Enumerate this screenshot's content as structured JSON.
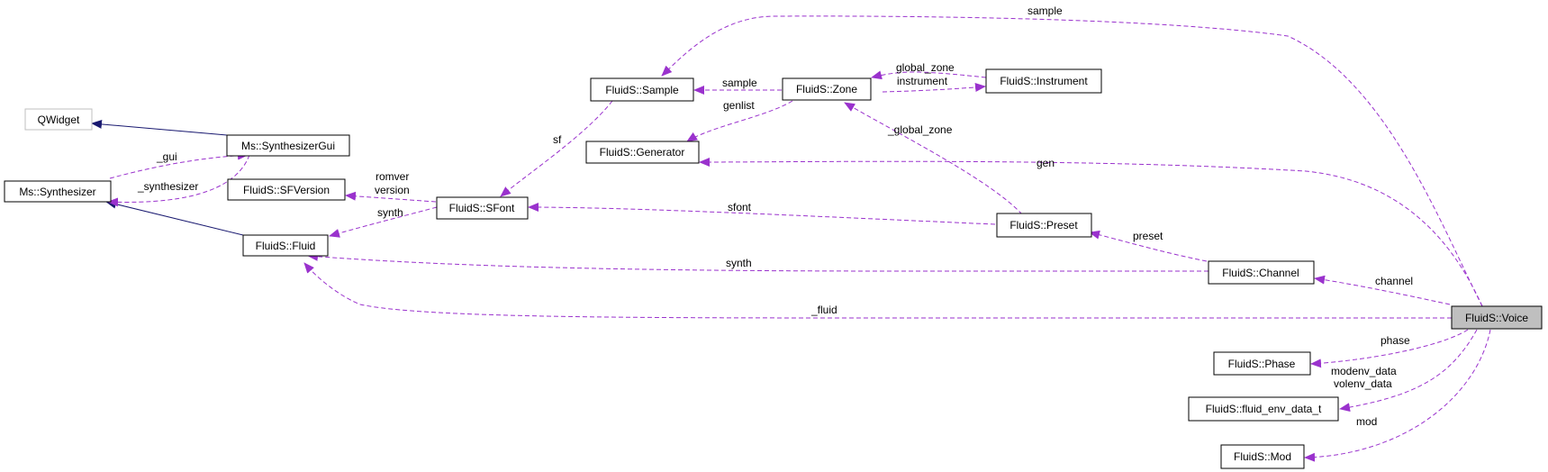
{
  "diagram": {
    "colors": {
      "usage_edge": "#9a32cd",
      "inheritance_edge": "#191970",
      "node_border": "#000000",
      "external_node_border": "#bfbfbf",
      "focus_node_fill": "#bfbfbf"
    },
    "nodes": {
      "qwidget": "QWidget",
      "synthesizer_gui": "Ms::SynthesizerGui",
      "synthesizer": "Ms::Synthesizer",
      "sfversion": "FluidS::SFVersion",
      "fluid": "FluidS::Fluid",
      "sample": "FluidS::Sample",
      "generator": "FluidS::Generator",
      "sfont": "FluidS::SFont",
      "zone": "FluidS::Zone",
      "instrument": "FluidS::Instrument",
      "preset": "FluidS::Preset",
      "channel": "FluidS::Channel",
      "voice": "FluidS::Voice",
      "phase": "FluidS::Phase",
      "env_data": "FluidS::fluid_env_data_t",
      "mod": "FluidS::Mod"
    },
    "edge_labels": {
      "sample_top": "sample",
      "global_zone_top": "global_zone",
      "instrument": "instrument",
      "sample_mid": "sample",
      "genlist": "genlist",
      "sf": "sf",
      "global_zone_preset": "_global_zone",
      "gen": "gen",
      "gui": "_gui",
      "synthesizer": "_synthesizer",
      "romver": "romver",
      "version": "version",
      "synth_sfont": "synth",
      "sfont": "sfont",
      "preset": "preset",
      "synth_channel": "synth",
      "channel": "channel",
      "fluid": "_fluid",
      "phase": "phase",
      "modenv": "modenv_data",
      "volenv": "volenv_data",
      "mod": "mod"
    }
  }
}
